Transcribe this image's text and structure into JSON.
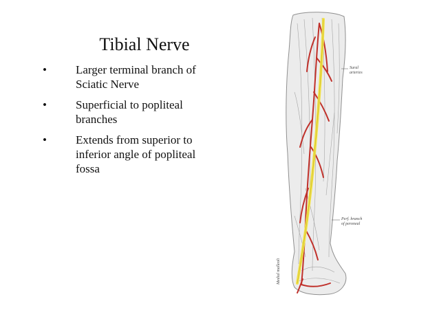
{
  "slide": {
    "title": "Tibial Nerve",
    "bullets": [
      {
        "marker": "•",
        "text": "Larger terminal branch of Sciatic Nerve"
      },
      {
        "marker": "•",
        "text": "Superficial to popliteal branches"
      },
      {
        "marker": "•",
        "text": "Extends from superior to inferior angle of popliteal fossa"
      }
    ]
  },
  "figure": {
    "labels": {
      "sural_line1": "Sural",
      "sural_line2": "arteries",
      "perf_line1": "Perf. branch",
      "perf_line2": "of peroneal",
      "medial_malleoli": "Medial malleoli"
    },
    "colors": {
      "nerve": "#f2e24a",
      "artery": "#c0302a",
      "muscle_line": "#9a9a9a",
      "skin": "#ececec"
    }
  }
}
